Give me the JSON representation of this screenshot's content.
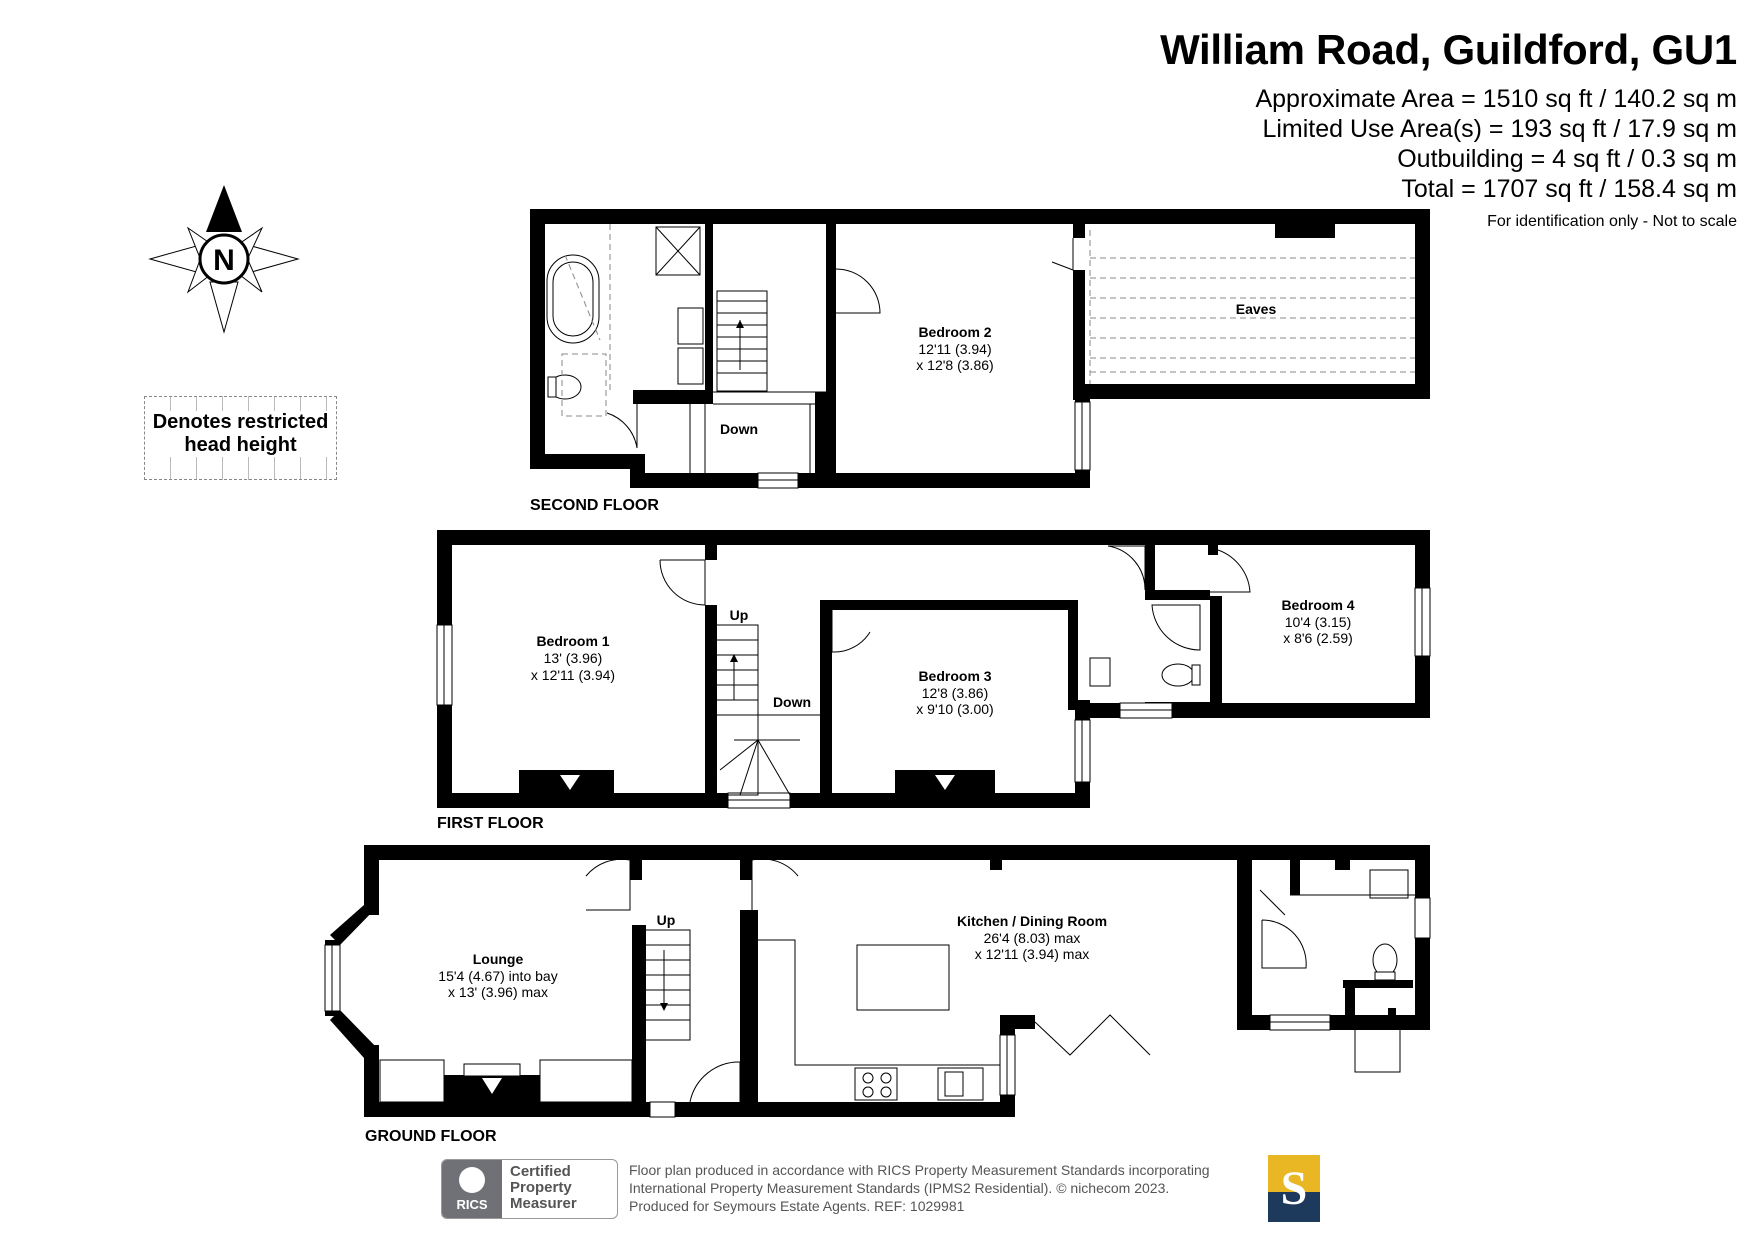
{
  "header": {
    "title": "William Road, Guildford, GU1",
    "areas": [
      "Approximate Area = 1510 sq ft / 140.2 sq m",
      "Limited Use Area(s) = 193 sq ft / 17.9 sq m",
      "Outbuilding = 4 sq ft / 0.3 sq m",
      "Total = 1707 sq ft / 158.4 sq m"
    ],
    "note": "For identification only - Not to scale"
  },
  "compass": {
    "label": "N"
  },
  "legend": {
    "line1": "Denotes restricted",
    "line2": "head height"
  },
  "floors": {
    "second": {
      "label": "SECOND FLOOR",
      "bedroom2": {
        "name": "Bedroom 2",
        "dim1": "12'11 (3.94)",
        "dim2": "x 12'8 (3.86)"
      },
      "eaves": "Eaves",
      "stairs": "Down"
    },
    "first": {
      "label": "FIRST FLOOR",
      "bedroom1": {
        "name": "Bedroom 1",
        "dim1": "13' (3.96)",
        "dim2": "x 12'11 (3.94)"
      },
      "bedroom3": {
        "name": "Bedroom 3",
        "dim1": "12'8 (3.86)",
        "dim2": "x 9'10 (3.00)"
      },
      "bedroom4": {
        "name": "Bedroom 4",
        "dim1": "10'4 (3.15)",
        "dim2": "x 8'6 (2.59)"
      },
      "stairs_up": "Up",
      "stairs_down": "Down"
    },
    "ground": {
      "label": "GROUND FLOOR",
      "lounge": {
        "name": "Lounge",
        "dim1": "15'4 (4.67) into bay",
        "dim2": "x 13' (3.96) max"
      },
      "kitchen": {
        "name": "Kitchen / Dining Room",
        "dim1": "26'4 (8.03) max",
        "dim2": "x 12'11 (3.94) max"
      },
      "stairs_up": "Up"
    }
  },
  "footer": {
    "rics_badge": {
      "logo": "RICS",
      "lines": [
        "Certified",
        "Property",
        "Measurer"
      ]
    },
    "text": [
      "Floor plan produced in accordance with RICS Property Measurement Standards incorporating",
      "International Property Measurement Standards (IPMS2 Residential).   © nichecom 2023.",
      "Produced for Seymours Estate Agents.   REF: 1029981"
    ],
    "brand_letter": "S",
    "colors": {
      "brand_gold": "#e8b723",
      "brand_navy": "#1d3a5c",
      "rics_grey": "#6f7177"
    }
  }
}
